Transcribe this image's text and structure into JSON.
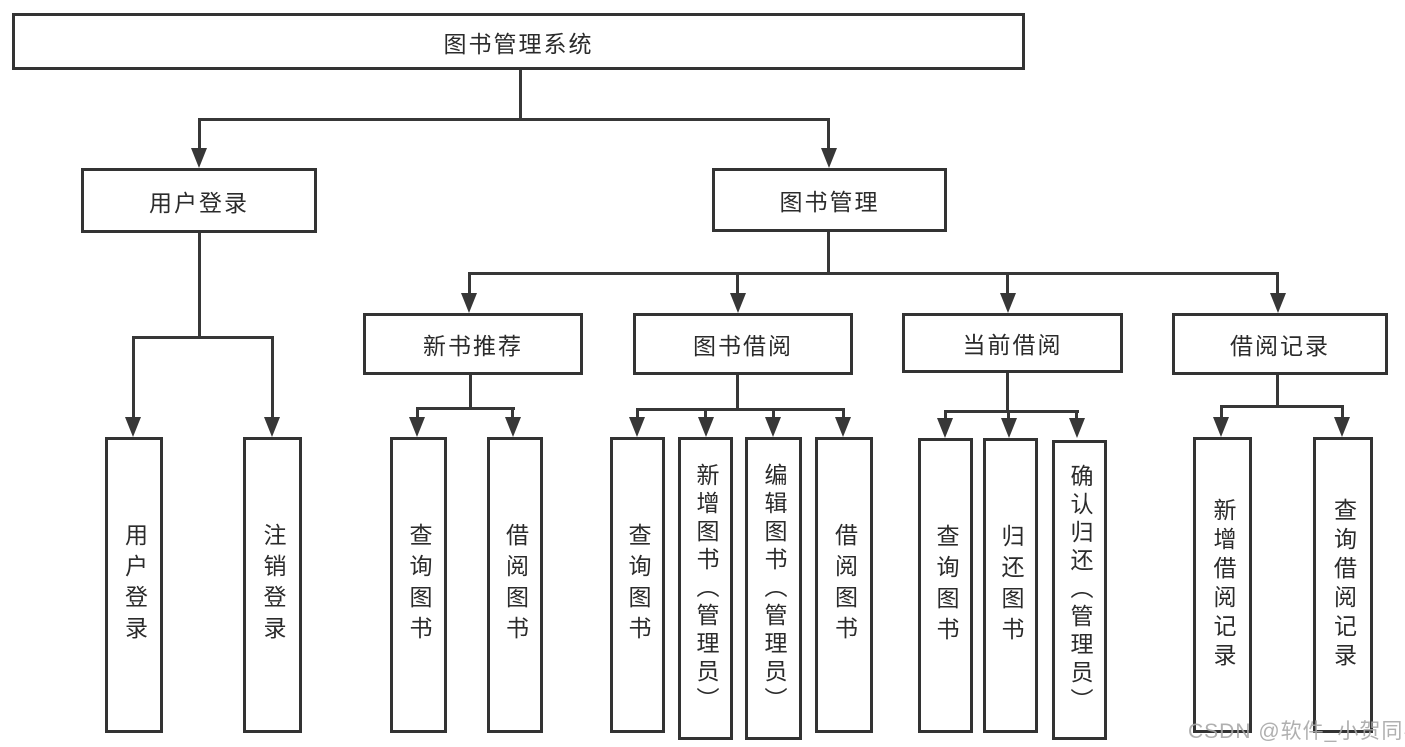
{
  "tree": {
    "root": {
      "label": "图书管理系统"
    },
    "children": [
      {
        "label": "用户登录",
        "children": [
          {
            "label": "用户登录"
          },
          {
            "label": "注销登录"
          }
        ]
      },
      {
        "label": "图书管理",
        "children": [
          {
            "label": "新书推荐",
            "children": [
              {
                "label": "查询图书"
              },
              {
                "label": "借阅图书"
              }
            ]
          },
          {
            "label": "图书借阅",
            "children": [
              {
                "label": "查询图书"
              },
              {
                "label": "新增图书（管理员）"
              },
              {
                "label": "编辑图书（管理员）"
              },
              {
                "label": "借阅图书"
              }
            ]
          },
          {
            "label": "当前借阅",
            "children": [
              {
                "label": "查询图书"
              },
              {
                "label": "归还图书"
              },
              {
                "label": "确认归还（管理员）"
              }
            ]
          },
          {
            "label": "借阅记录",
            "children": [
              {
                "label": "新增借阅记录"
              },
              {
                "label": "查询借阅记录"
              }
            ]
          }
        ]
      }
    ]
  },
  "watermark": {
    "text": "CSDN @软件_小贺同学"
  },
  "colors": {
    "background": "#ffffff",
    "box_border": "#333333",
    "line": "#373737",
    "text": "#2b2b2b",
    "watermark": "#a8a8a8"
  }
}
